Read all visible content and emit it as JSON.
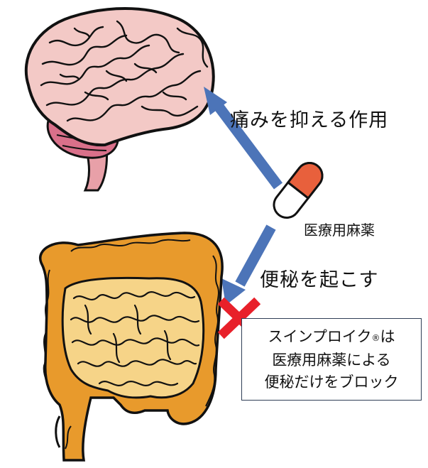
{
  "labels": {
    "pain_relief": "痛みを抑える作用",
    "drug": "医療用麻薬",
    "constipation": "便秘を起こす"
  },
  "note": {
    "line1_brand": "スインプロイク",
    "line1_mark": "®",
    "line1_tail": "は",
    "line2": "医療用麻薬による",
    "line3": "便秘だけをブロック"
  },
  "colors": {
    "brain": "#f3c9c6",
    "cerebellum": "#d9708a",
    "brainstem": "#e8a0a8",
    "arrow": "#4c74b8",
    "capsule_top": "#e8603c",
    "block_x": "#e8202a",
    "intestine_outer": "#e89a2c",
    "intestine_inner": "#f6d488"
  },
  "icons": {
    "brain": "brain-icon",
    "capsule": "capsule-icon",
    "intestine": "intestine-icon",
    "block": "cross-icon"
  }
}
